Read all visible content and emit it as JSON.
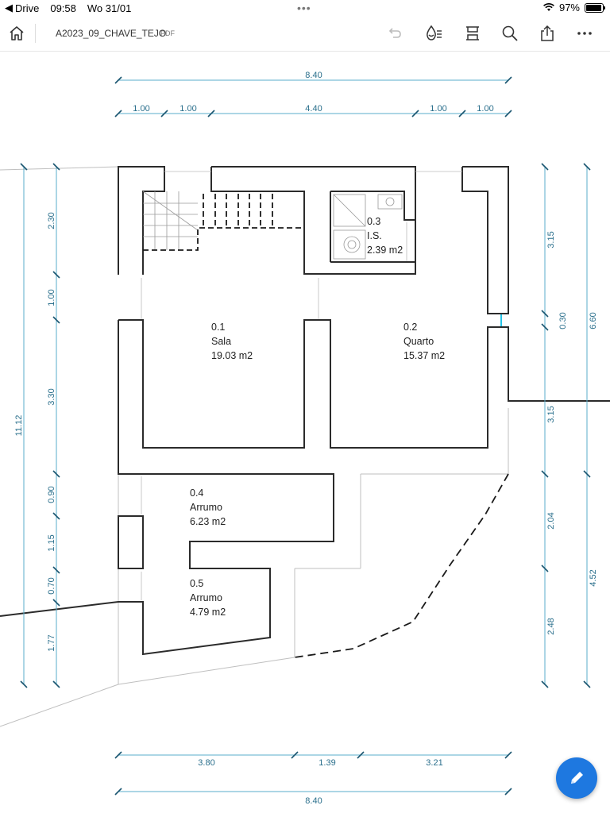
{
  "status": {
    "back_app": "Drive",
    "time": "09:58",
    "date": "Wo 31/01",
    "battery": "97%"
  },
  "toolbar": {
    "title": "A2023_09_CHAVE_TEJO",
    "file_type": "PDF",
    "icons": [
      "home-icon",
      "undo-icon",
      "ink-icon",
      "layout-icon",
      "search-icon",
      "share-icon",
      "more-icon"
    ]
  },
  "plan": {
    "top_total": "8.40",
    "top_segments": [
      "1.00",
      "1.00",
      "4.40",
      "1.00",
      "1.00"
    ],
    "bottom_segments": [
      "3.80",
      "1.39",
      "3.21"
    ],
    "bottom_total": "8.40",
    "left_overall": "11.12",
    "left_segments": [
      "2.30",
      "1.00",
      "3.30",
      "0.90",
      "1.15",
      "0.70",
      "1.77"
    ],
    "right_inner": [
      "3.15",
      "0.30",
      "3.15",
      "2.04",
      "2.48"
    ],
    "right_outer": [
      "6.60",
      "4.52"
    ],
    "rooms": [
      {
        "number": "0.1",
        "name": "Sala",
        "area": "19.03 m2"
      },
      {
        "number": "0.2",
        "name": "Quarto",
        "area": "15.37 m2"
      },
      {
        "number": "0.3",
        "name": "I.S.",
        "area": "2.39 m2"
      },
      {
        "number": "0.4",
        "name": "Arrumo",
        "area": "6.23 m2"
      },
      {
        "number": "0.5",
        "name": "Arrumo",
        "area": "4.79 m2"
      }
    ]
  },
  "colors": {
    "dimension": "#2a6f8c",
    "wall": "#2b2b2b",
    "fab": "#1e78e0"
  }
}
